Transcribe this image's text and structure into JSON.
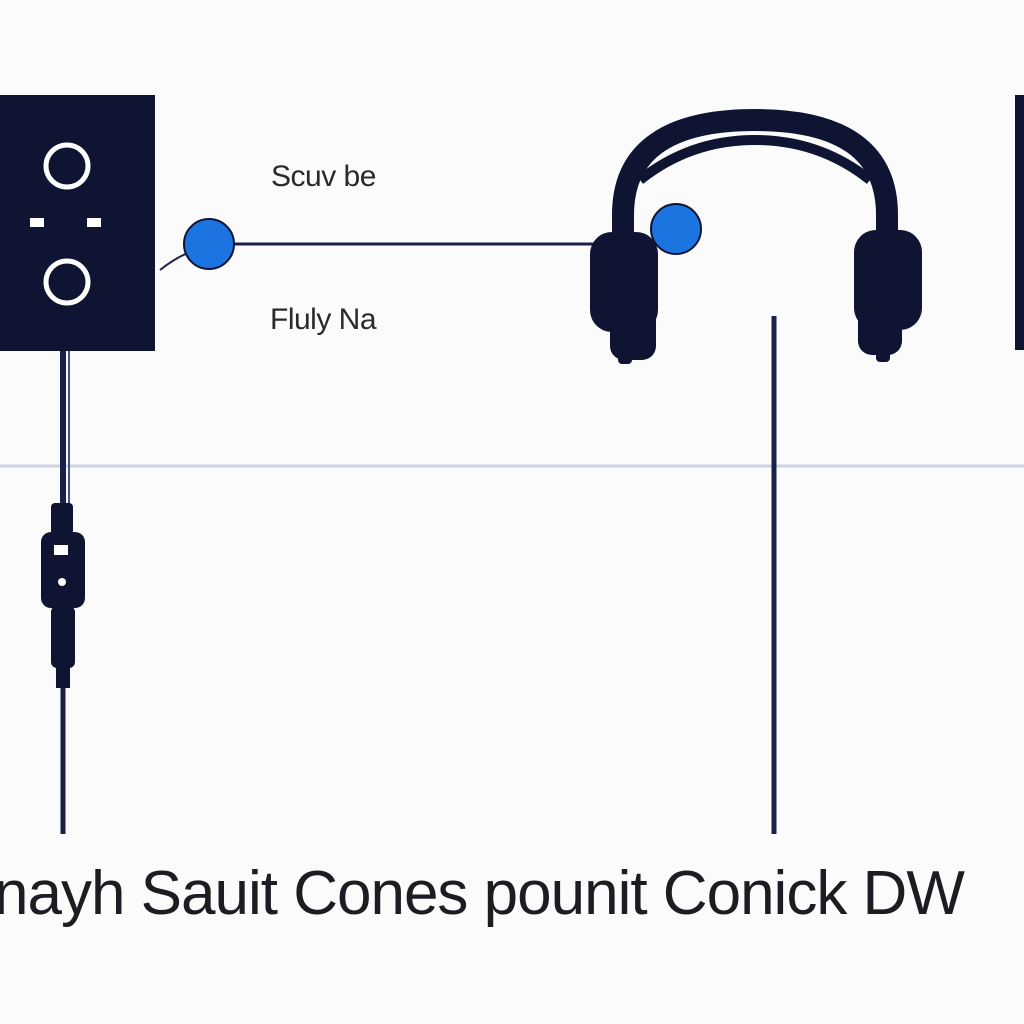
{
  "labels": {
    "top": "Scuv be",
    "bottom": "Fluly Na"
  },
  "caption": "nayh Sauit Cones pounit Conick DW",
  "colors": {
    "background": "#fbfbfc",
    "device": "#0f1433",
    "device_knob": "#ffffff",
    "cable": "#1a2148",
    "connector_dot": "#1c74e0",
    "baseline": "#cfd3df"
  },
  "icons": {
    "speaker": "speaker-icon",
    "headphones": "headphones-icon",
    "cable_plug": "audio-jack-icon"
  }
}
